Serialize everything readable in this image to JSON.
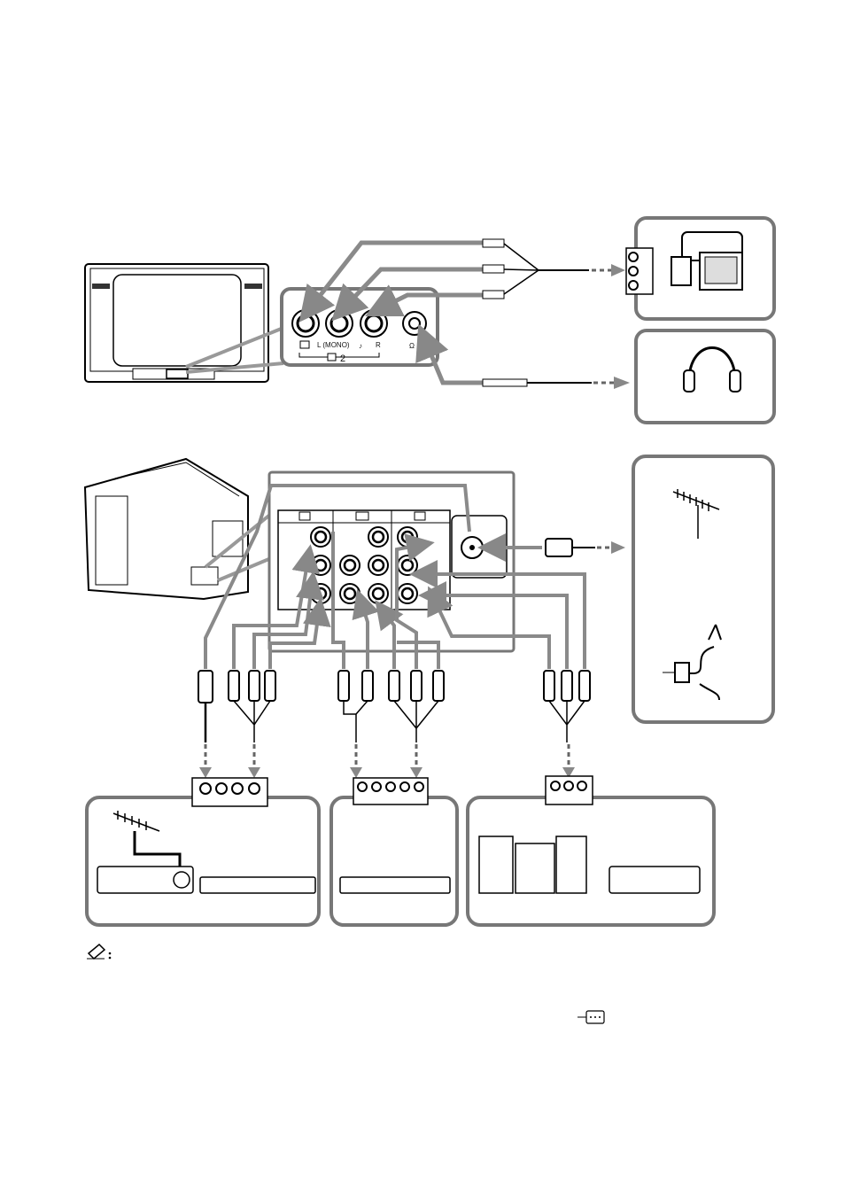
{
  "front_panel": {
    "mono_label": "L (MONO)",
    "right_label": "R",
    "input_number": "2"
  },
  "icons": [
    "video-icon",
    "audio-note-icon",
    "headphones-icon",
    "antenna-icon",
    "input-icon",
    "output-icon",
    "note-memo-icon"
  ],
  "colors": {
    "cable_gray": "#8a8a8a",
    "box_border": "#777777",
    "line": "#000000"
  }
}
